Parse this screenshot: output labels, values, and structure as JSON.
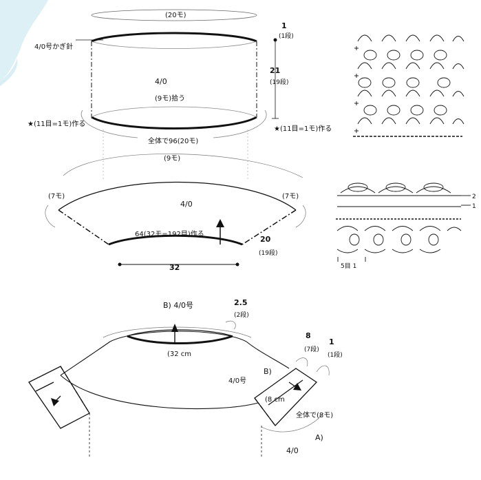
{
  "collar": {
    "top_count": "(20モ)",
    "hook_label": "4/0号かぎ針",
    "height_rows_top": "1",
    "height_rows_top_sub": "(1段)",
    "height_rows_main": "21",
    "height_rows_main_sub": "(19段)",
    "hook_center": "4/0",
    "pickup": "(9モ)拾う",
    "start_left": "★(11目=1モ)作る",
    "start_right": "★(11目=1モ)作る"
  },
  "yoke": {
    "total": "全体で96(20モ)",
    "top_count": "(9モ)",
    "left_count": "(7モ)",
    "right_count": "(7モ)",
    "hook_center": "4/0",
    "chain_start": "64(32モ=192目)作る",
    "depth_rows": "20",
    "depth_rows_sub": "(19段)",
    "width": "32"
  },
  "symbol_chart": {
    "row_2": "2",
    "row_1": "1",
    "repeat": "5目 1"
  },
  "bottom": {
    "label_b_top": "B) 4/0号",
    "neck_rows": "2.5",
    "neck_rows_sub": "(2段)",
    "neck_width": "(32 cm",
    "label_b_side": "B)",
    "sleeve_rows": "8",
    "sleeve_rows_sub": "(7段)",
    "edge_rows": "1",
    "edge_rows_sub": "(1段)",
    "hook_left": "4/0号",
    "sleeve_width": "(8 cm",
    "sleeve_total": "全体で(8モ)",
    "label_a": "A)",
    "hook_bottom": "4/0"
  }
}
